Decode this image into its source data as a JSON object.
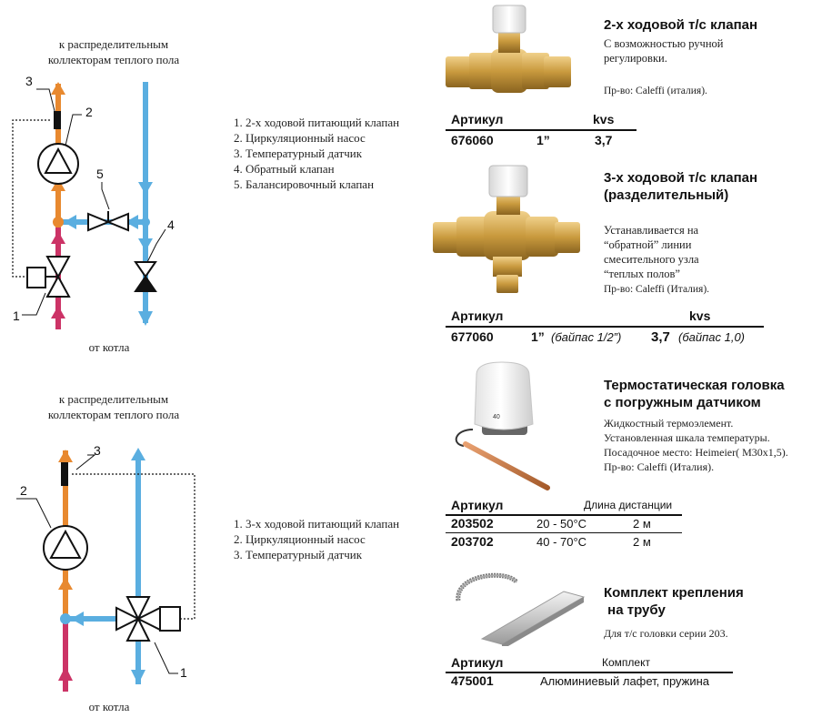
{
  "diagram1": {
    "top_caption": "к распределительным коллекторам теплого пола",
    "bottom_caption": "от котла",
    "callouts": [
      "1",
      "2",
      "3",
      "4",
      "5"
    ],
    "legend": [
      "2-х ходовой питающий клапан",
      "Циркуляционный насос",
      "Температурный датчик",
      "Обратный клапан",
      "Балансировочный клапан"
    ]
  },
  "diagram2": {
    "top_caption": "к распределительным коллекторам теплого пола",
    "bottom_caption": "от котла",
    "callouts": [
      "1",
      "2",
      "3"
    ],
    "legend": [
      "3-х ходовой питающий клапан",
      "Циркуляционный насос",
      "Температурный датчик"
    ]
  },
  "products": [
    {
      "title": "2-х ходовой т/с клапан",
      "desc": [
        "С возможностью ручной",
        "регулировки."
      ],
      "maker": "Пр-во: Caleffi (италия).",
      "headers": [
        "Артикул",
        "kvs"
      ],
      "rows": [
        [
          "676060",
          "1”",
          "3,7"
        ]
      ]
    },
    {
      "title_lines": [
        "3-х ходовой т/с клапан",
        "(разделительный)"
      ],
      "desc": [
        "Устанавливается  на",
        "“обратной” линии",
        "смесительного узла",
        "“теплых полов”"
      ],
      "maker": "Пр-во: Caleffi (Италия).",
      "headers": [
        "Артикул",
        "kvs"
      ],
      "rows": [
        [
          "677060",
          "1”",
          "(байпас 1/2”)",
          "3,7",
          "(байпас 1,0)"
        ]
      ]
    },
    {
      "title_lines": [
        "Термостатическая головка",
        "с погружным датчиком"
      ],
      "desc": [
        "Жидкостный термоэлемент.",
        "Установленная шкала температуры.",
        "Посадочное место: Heimeier( M30x1,5)."
      ],
      "maker": "Пр-во: Caleffi (Италия).",
      "headers": [
        "Артикул",
        "Длина дистанции"
      ],
      "rows": [
        [
          "203502",
          "20 - 50°C",
          "2 м"
        ],
        [
          "203702",
          "40 - 70°C",
          "2 м"
        ]
      ]
    },
    {
      "title_lines": [
        "Комплект крепления",
        " на трубу"
      ],
      "desc": [
        "Для т/с головки серии 203."
      ],
      "headers": [
        "Артикул",
        "Комплект"
      ],
      "rows": [
        [
          "475001",
          "Алюминиевый лафет, пружина"
        ]
      ]
    }
  ],
  "colors": {
    "supply": "#e8892f",
    "return": "#5aaee0",
    "boiler": "#cc3366",
    "black": "#111111"
  },
  "icons": [
    "pump-icon",
    "two-way-valve-icon",
    "three-way-valve-icon",
    "check-valve-icon",
    "balancing-valve-icon",
    "temperature-sensor-icon"
  ]
}
